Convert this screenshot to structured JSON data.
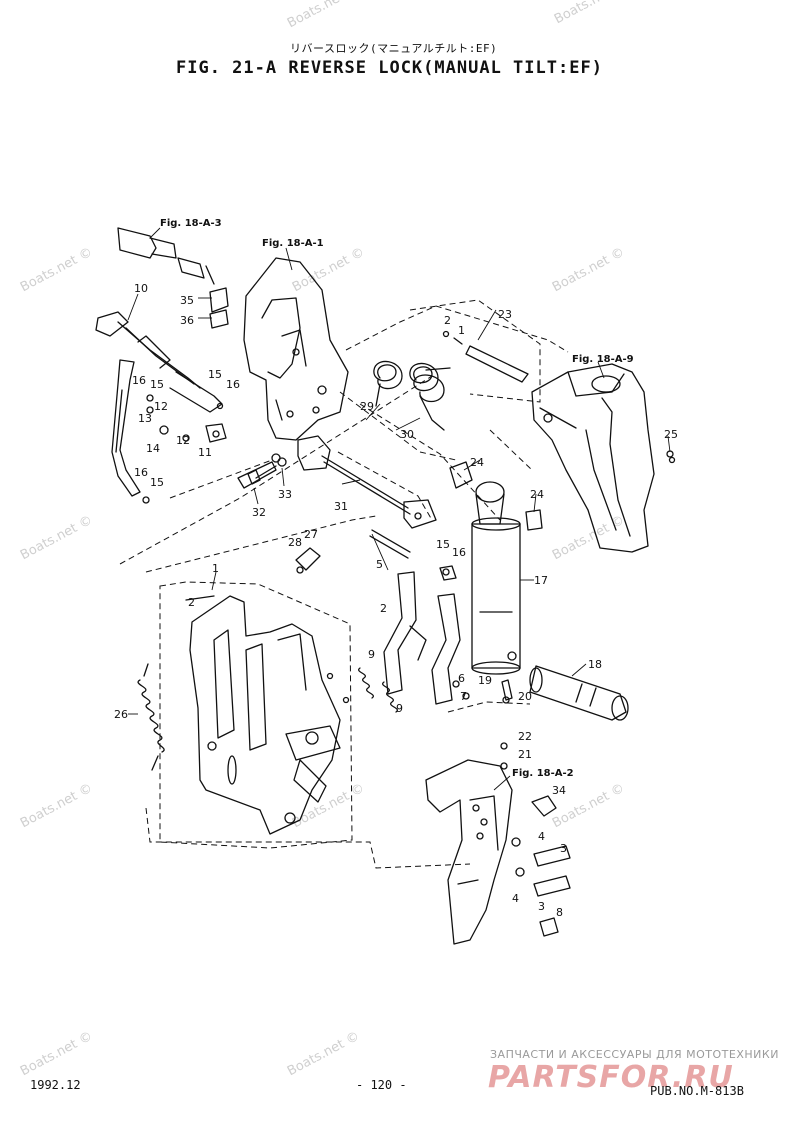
{
  "header": {
    "jp_title": "リバースロック(マニュアルチルト:EF)",
    "title": "FIG. 21-A REVERSE LOCK(MANUAL TILT:EF)"
  },
  "references": {
    "r1": "Fig. 18-A-3",
    "r2": "Fig. 18-A-1",
    "r3": "Fig. 18-A-9",
    "r4": "Fig. 18-A-2"
  },
  "callouts": {
    "c1": "1",
    "c1b": "1",
    "c2": "2",
    "c2b": "2",
    "c2c": "2",
    "c3": "3",
    "c3b": "3",
    "c4": "4",
    "c4b": "4",
    "c5": "5",
    "c6": "6",
    "c7": "7",
    "c8": "8",
    "c9": "9",
    "c9b": "9",
    "c10": "10",
    "c11": "11",
    "c12": "12",
    "c12b": "12",
    "c13": "13",
    "c14": "14",
    "c15": "15",
    "c15b": "15",
    "c15c": "15",
    "c15d": "15",
    "c16": "16",
    "c16b": "16",
    "c16c": "16",
    "c16d": "16",
    "c17": "17",
    "c18": "18",
    "c19": "19",
    "c20": "20",
    "c21": "21",
    "c22": "22",
    "c23": "23",
    "c24": "24",
    "c24b": "24",
    "c25": "25",
    "c26": "26",
    "c27": "27",
    "c28": "28",
    "c29": "29",
    "c30": "30",
    "c31": "31",
    "c32": "32",
    "c33": "33",
    "c34": "34",
    "c35": "35",
    "c36": "36"
  },
  "watermark": "Boats.net ©",
  "footer": {
    "date": "1992.12",
    "page": "- 120 -",
    "pub": "PUB.NO.M-813B"
  },
  "ad": {
    "line": "ЗАПЧАСТИ И АКСЕССУАРЫ ДЛЯ МОТОТЕХНИКИ",
    "logo": "PARTSFOR.RU"
  }
}
